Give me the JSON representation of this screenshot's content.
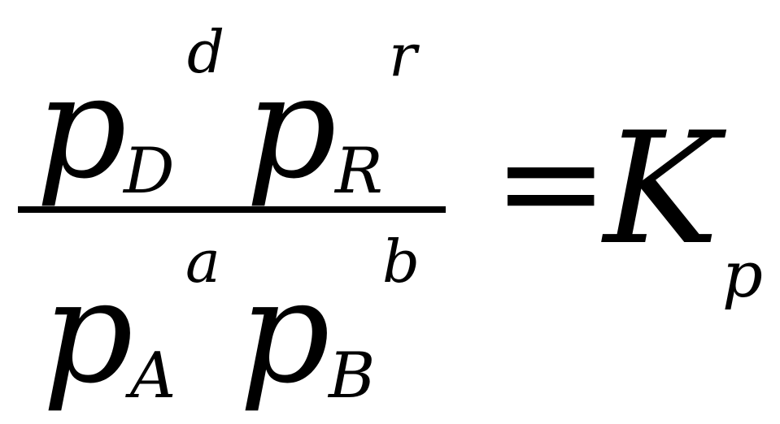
{
  "equation": {
    "numerator": {
      "term1": {
        "base": "p",
        "subscript": "D",
        "exponent": "d"
      },
      "term2": {
        "base": "p",
        "subscript": "R",
        "exponent": "r"
      }
    },
    "denominator": {
      "term1": {
        "base": "p",
        "subscript": "A",
        "exponent": "a"
      },
      "term2": {
        "base": "p",
        "subscript": "B",
        "exponent": "b"
      }
    },
    "equals": "=",
    "rhs": {
      "base": "K",
      "subscript": "p"
    }
  }
}
